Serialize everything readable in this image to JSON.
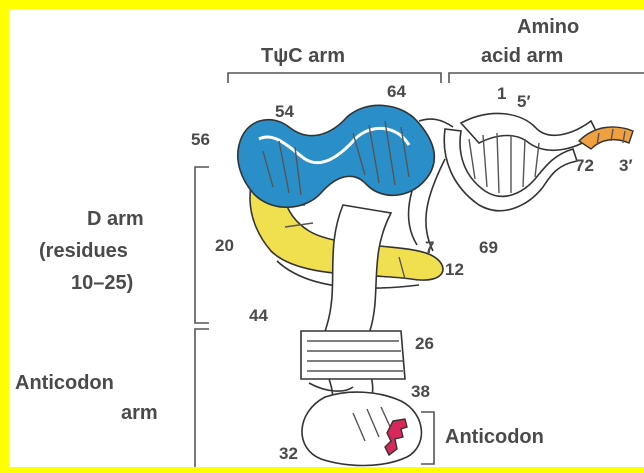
{
  "labels": {
    "tpsic_arm": "TψC arm",
    "amino_line1": "Amino",
    "amino_line2": "acid arm",
    "d_arm_line1": "D arm",
    "d_arm_line2": "(residues",
    "d_arm_line3": "10–25)",
    "anticodon_arm_line1": "Anticodon",
    "anticodon_arm_line2": "arm",
    "anticodon": "Anticodon",
    "five_prime": "5′",
    "three_prime": "3′"
  },
  "residues": {
    "r1": "1",
    "r7": "7",
    "r12": "12",
    "r20": "20",
    "r26": "26",
    "r32": "32",
    "r38": "38",
    "r44": "44",
    "r54": "54",
    "r56": "56",
    "r64": "64",
    "r69": "69",
    "r72": "72"
  },
  "colors": {
    "frame": "#ffff00",
    "tpsic_arm": "#2a8fc8",
    "d_arm": "#f0e050",
    "acceptor_end": "#f0a040",
    "anticodon": "#d8285a",
    "backbone": "#ffffff"
  }
}
